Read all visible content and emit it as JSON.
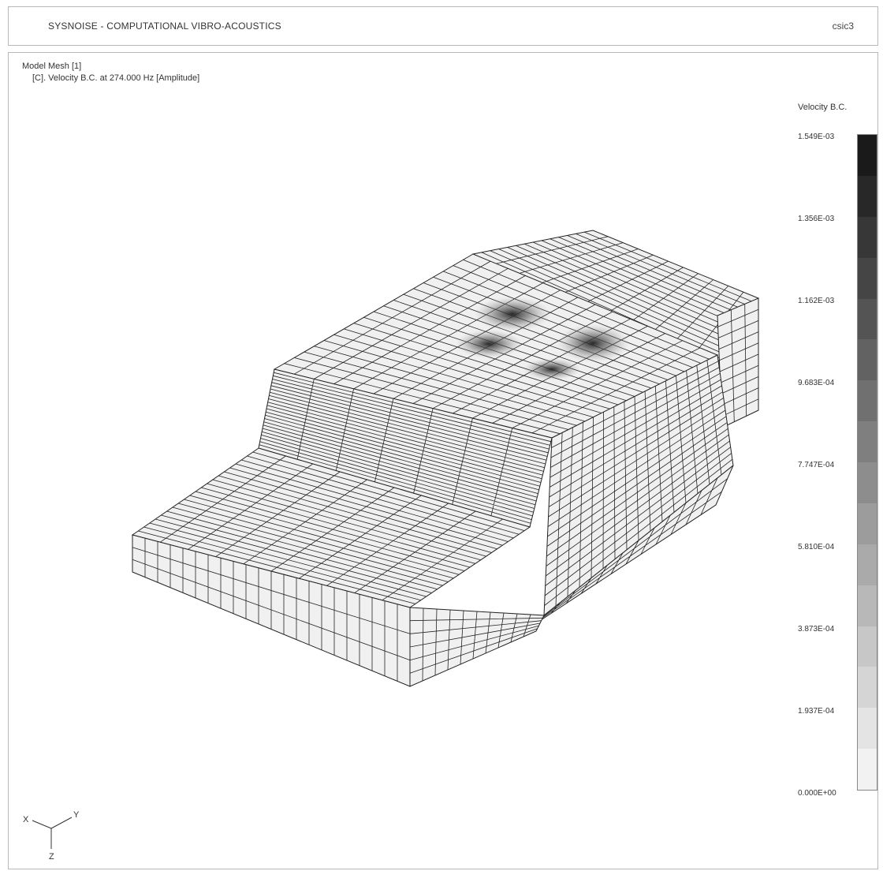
{
  "window": {
    "title": "SYSNOISE - COMPUTATIONAL VIBRO-ACOUSTICS",
    "user": "csic3"
  },
  "plot": {
    "model_title": "Model Mesh [1]",
    "subtitle": "[C]. Velocity B.C. at 274.000 Hz [Amplitude]"
  },
  "legend": {
    "title": "Velocity B.C.",
    "ticks": [
      "1.549E-03",
      "1.356E-03",
      "1.162E-03",
      "9.683E-04",
      "7.747E-04",
      "5.810E-04",
      "3.873E-04",
      "1.937E-04",
      "0.000E+00"
    ],
    "steps": 16,
    "color_high": "#1a1a1a",
    "color_low": "#f2f2f2"
  },
  "axes": {
    "x": "X",
    "y": "Y",
    "z": "Z"
  },
  "colors": {
    "mesh_line": "#222222",
    "mesh_fill": "#f0f0f0",
    "hot_spot": "#1e1e1e"
  }
}
